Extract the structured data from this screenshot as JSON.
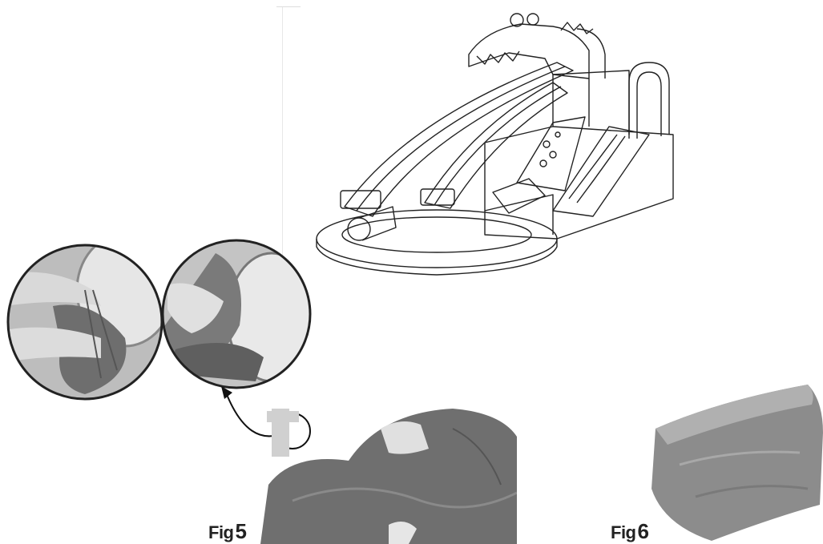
{
  "figures": {
    "fig5": {
      "label": "Fig",
      "number": "5"
    },
    "fig6": {
      "label": "Fig",
      "number": "6"
    }
  },
  "icons": {
    "slide": "inflatable-crocodile-slide-illustration",
    "detail_left": "hands-tying-straps-photo",
    "detail_right": "hands-folding-material-photo",
    "deflated": "deflated-bouncer-photo",
    "packed": "packed-bundle-photo"
  }
}
